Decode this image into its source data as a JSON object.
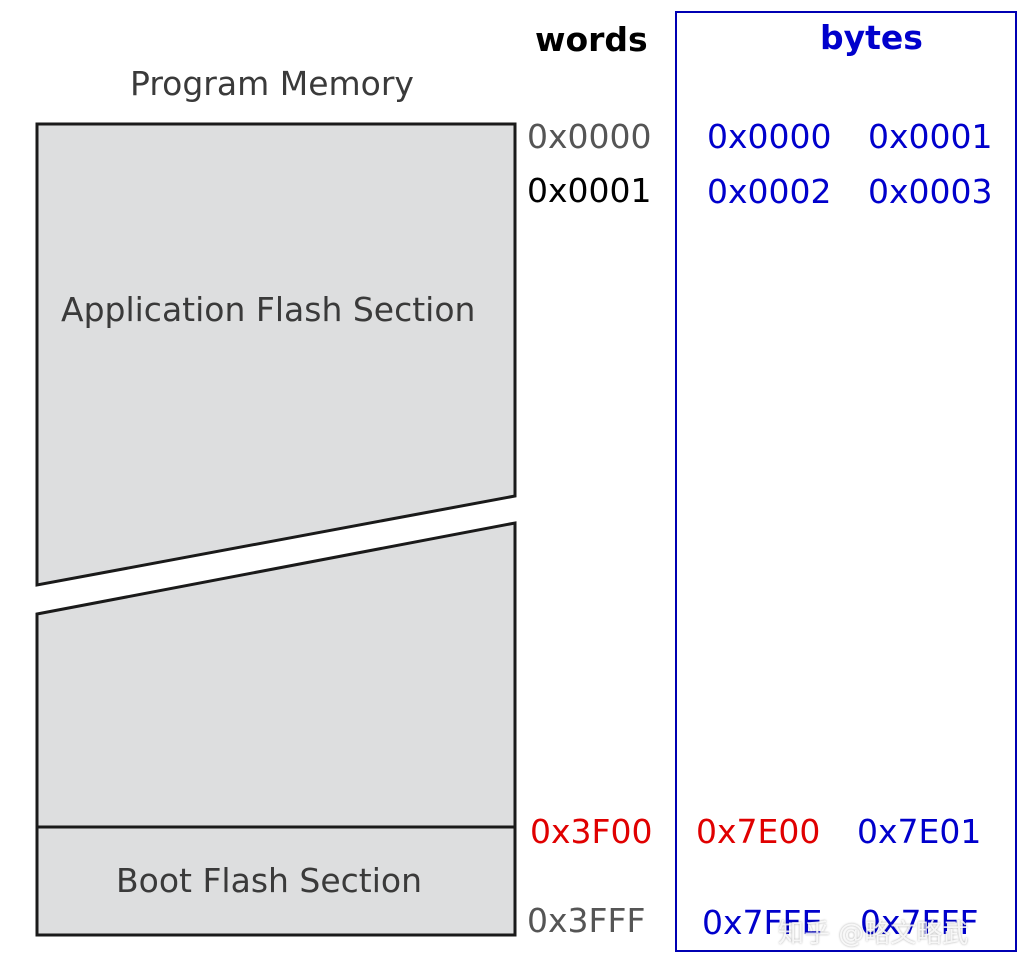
{
  "headers": {
    "words": "words",
    "bytes": "bytes"
  },
  "program_memory": {
    "title": "Program Memory",
    "application_section": "Application Flash Section",
    "boot_section": "Boot Flash Section"
  },
  "word_addresses": {
    "start": "0x0000",
    "second": "0x0001",
    "boot_start": "0x3F00",
    "end": "0x3FFF"
  },
  "byte_addresses": {
    "row1": [
      "0x0000",
      "0x0001"
    ],
    "row2": [
      "0x0002",
      "0x0003"
    ],
    "boot_start": [
      "0x7E00",
      "0x7E01"
    ],
    "end": [
      "0x7FFE",
      "0x7FFF"
    ]
  },
  "watermark": "知乎 @略文略武",
  "colors": {
    "fill_gray": "#dddedf",
    "outline": "#1a1a1a",
    "blue": "#0000cc",
    "red": "#e00000",
    "gray_text": "#555555"
  }
}
